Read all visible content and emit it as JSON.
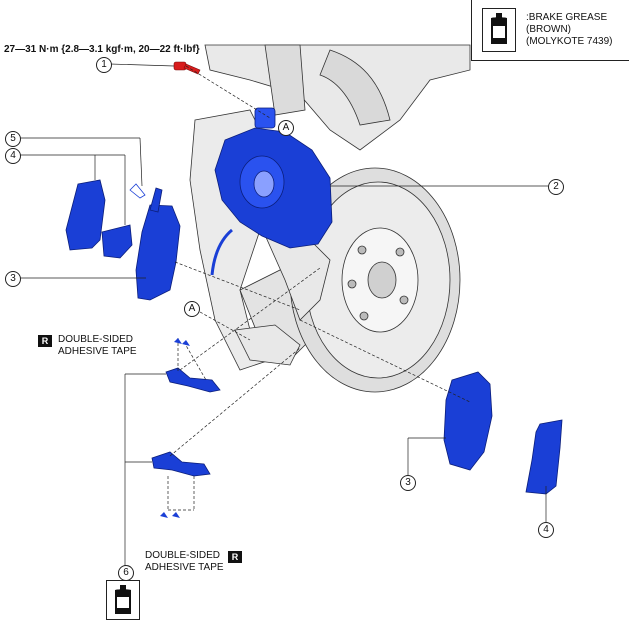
{
  "torque_spec": "27—31 N·m {2.8—3.1 kgf·m, 20—22 ft·lbf}",
  "legend": {
    "lines": [
      ":BRAKE GREASE",
      "(BROWN)",
      "(MOLYKOTE 7439)"
    ]
  },
  "callouts": {
    "c1": "1",
    "c2": "2",
    "c3a": "3",
    "c3b": "3",
    "c4a": "4",
    "c4b": "4",
    "c5": "5",
    "c6": "6",
    "marker_a": "A"
  },
  "tape_labels": {
    "top": [
      "DOUBLE-SIDED",
      "ADHESIVE TAPE"
    ],
    "bottom": [
      "DOUBLE-SIDED",
      "ADHESIVE TAPE"
    ],
    "badge": "R"
  },
  "colors": {
    "part_blue": "#1a3fd6",
    "bolt_red": "#d81c1c",
    "line": "#222222"
  }
}
